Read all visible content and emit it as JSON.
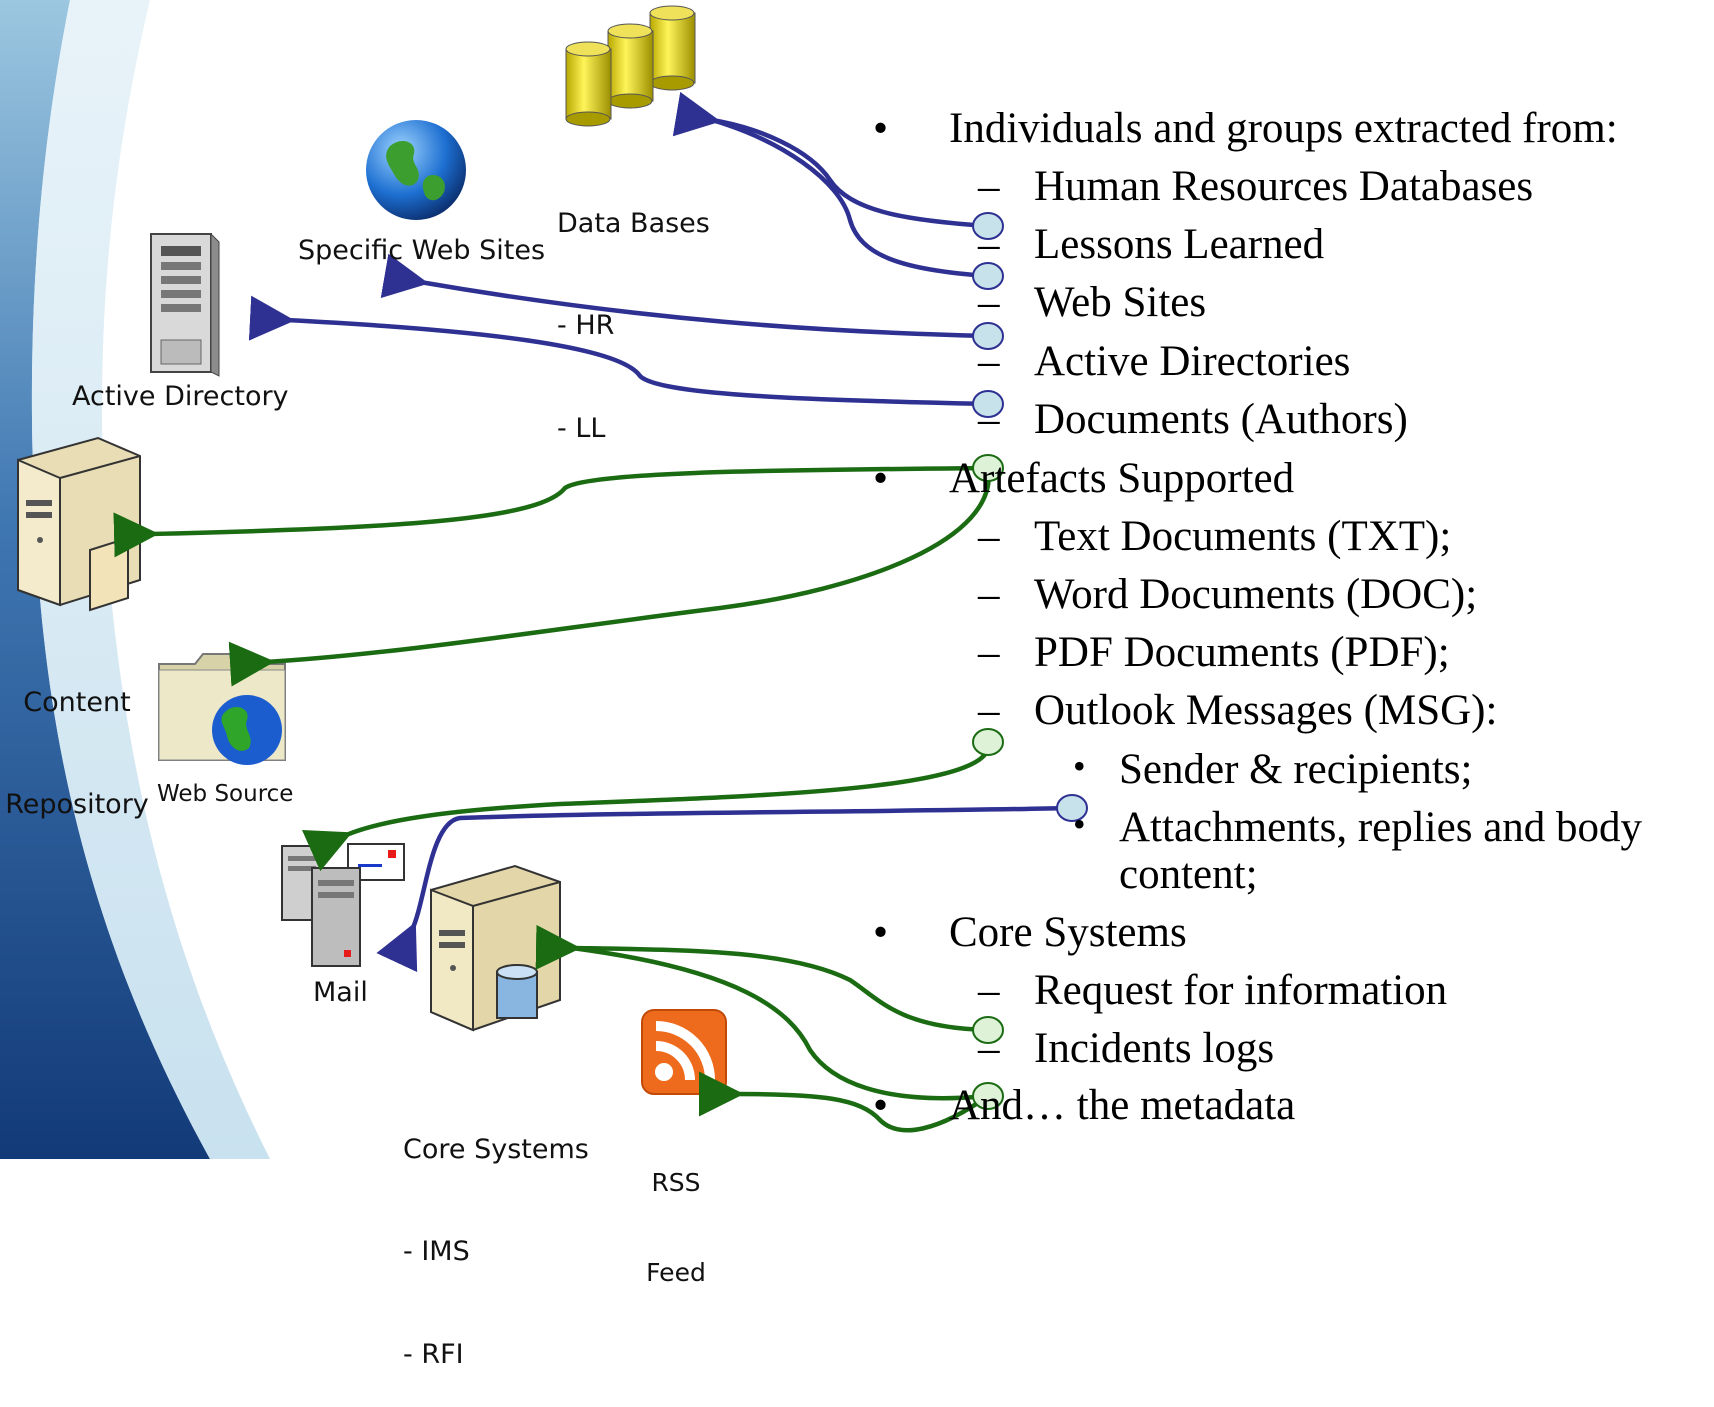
{
  "sources": {
    "data_bases": {
      "title": "Data Bases",
      "items": [
        "- HR",
        "- LL"
      ]
    },
    "web_sites": {
      "title": "Specific Web Sites"
    },
    "active_directory": {
      "title": "Active Directory"
    },
    "content_repository": {
      "lines": [
        "Content",
        "Repository"
      ]
    },
    "web_source": {
      "title": "Web Source"
    },
    "mail": {
      "title": "Mail"
    },
    "core_systems": {
      "title": "Core Systems",
      "items": [
        "- IMS",
        "- RFI"
      ]
    },
    "rss": {
      "lines": [
        "RSS",
        "Feed"
      ]
    }
  },
  "bullets": {
    "b1": {
      "text": "Individuals and groups extracted from:",
      "subs": [
        "Human Resources Databases",
        "Lessons Learned",
        "Web Sites",
        "Active Directories",
        "Documents (Authors)"
      ]
    },
    "b2": {
      "text": "Artefacts Supported",
      "subs": [
        "Text Documents (TXT);",
        "Word Documents (DOC);",
        "PDF Documents (PDF);",
        "Outlook Messages (MSG):"
      ],
      "subsubs": [
        "Sender & recipients;",
        "Attachments, replies and body",
        "content;"
      ]
    },
    "b3": {
      "text": "Core Systems",
      "subs": [
        "Request for information",
        "Incidents logs"
      ]
    },
    "b4": {
      "text": "And… the metadata"
    }
  },
  "colors": {
    "blue_link": "#2E3192",
    "green_link": "#1A6B12",
    "bg_dark": "#1F4E8C",
    "bg_light": "#CFE7F3"
  },
  "icons": [
    "database-icon",
    "globe-icon",
    "server-tower-icon",
    "content-repository-icon",
    "web-folder-icon",
    "mail-server-icon",
    "core-server-icon",
    "rss-icon"
  ]
}
